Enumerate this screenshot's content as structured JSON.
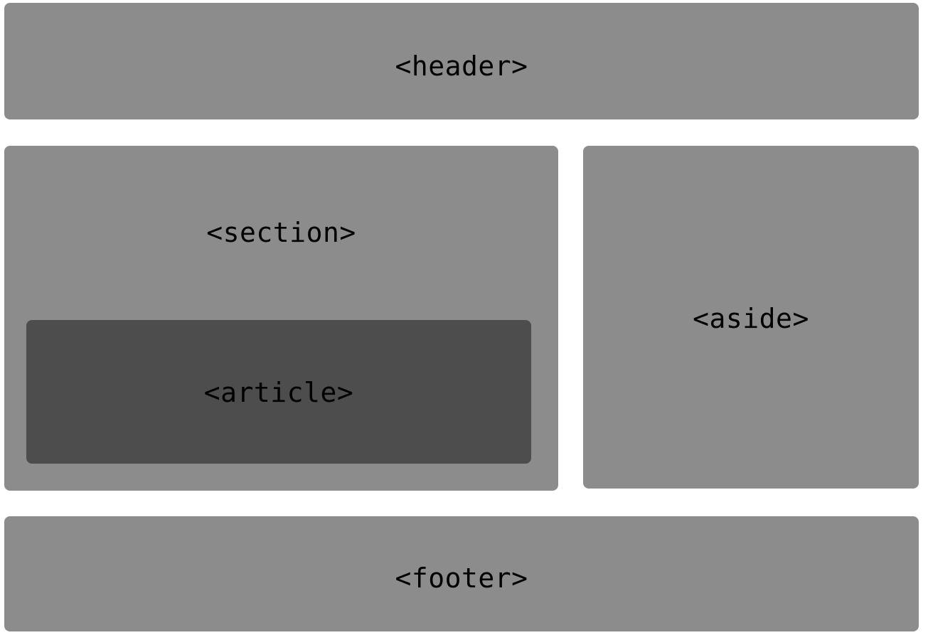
{
  "page": {
    "background_color": "#ffffff",
    "text_color": "#000000",
    "block_color": "#8c8c8c",
    "article_color": "#4d4d4d"
  },
  "layout": {
    "header": {
      "label": "<header>"
    },
    "section": {
      "label": "<section>",
      "article": {
        "label": "<article>"
      }
    },
    "aside": {
      "label": "<aside>"
    },
    "footer": {
      "label": "<footer>"
    }
  }
}
